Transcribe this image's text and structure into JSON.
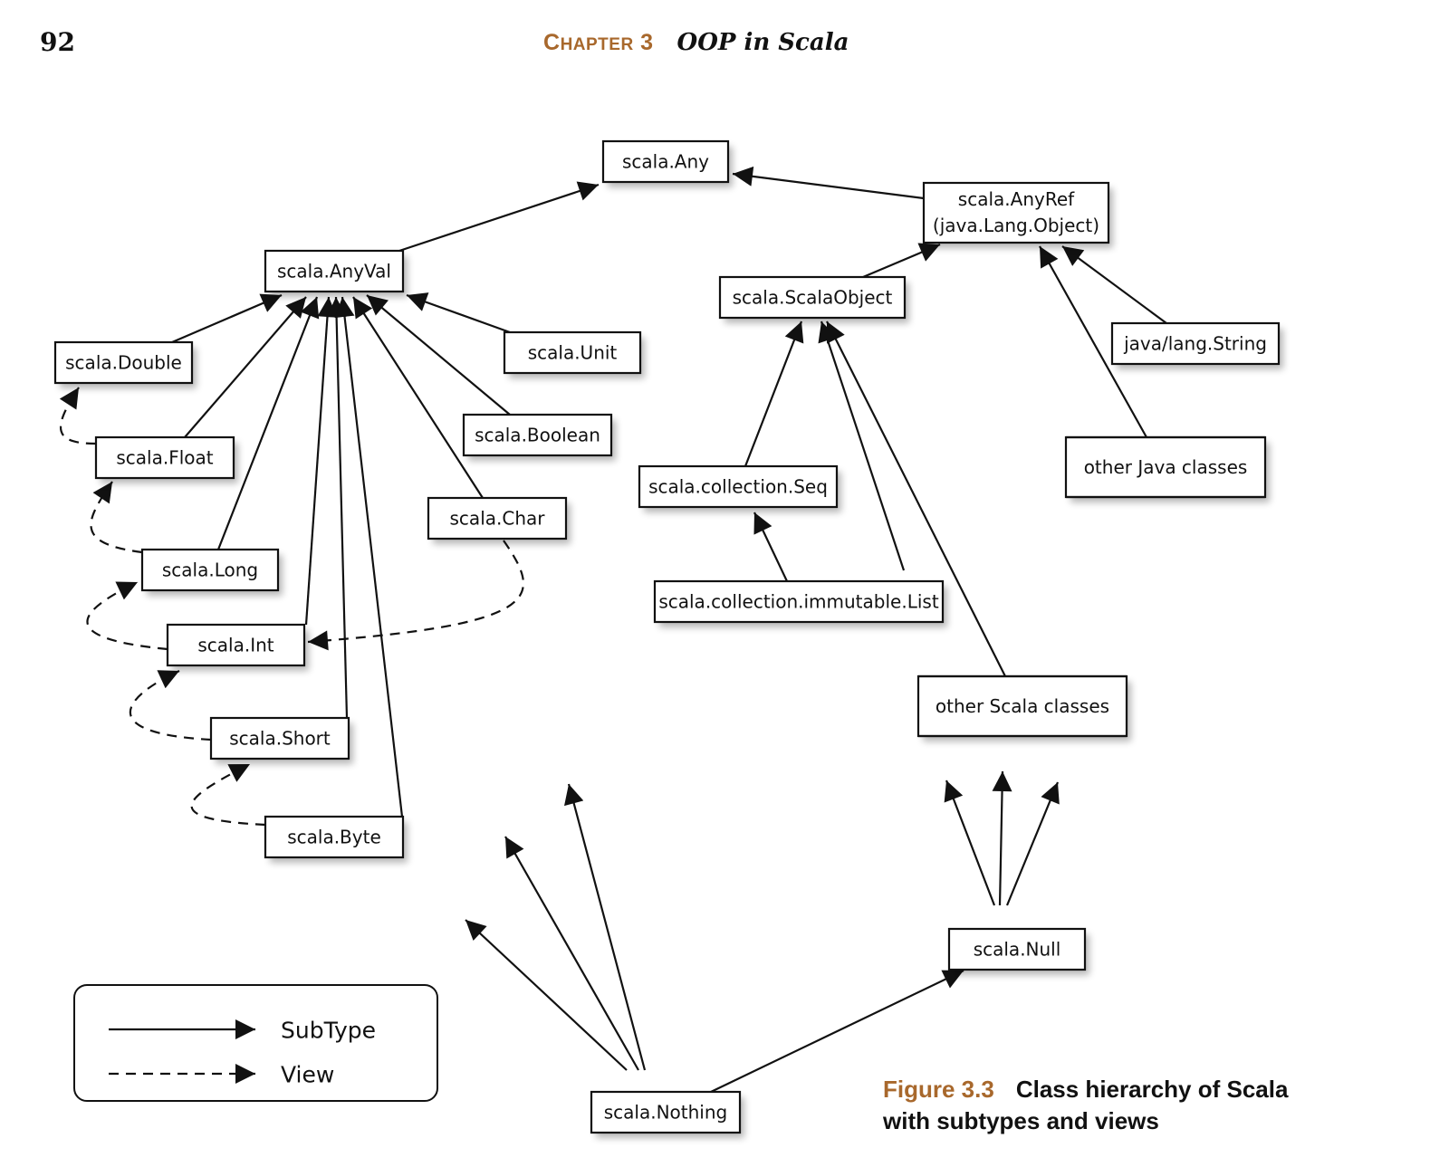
{
  "header": {
    "page_number": "92",
    "chapter_prefix": "C",
    "chapter_rest": "HAPTER",
    "chapter_number": "3",
    "chapter_title": "OOP in Scala"
  },
  "caption": {
    "label": "Figure 3.3",
    "text_line1": "Class hierarchy of Scala",
    "text_line2": "with subtypes and views"
  },
  "legend": {
    "items": [
      {
        "label": "SubType",
        "style": "solid"
      },
      {
        "label": "View",
        "style": "dashed"
      }
    ]
  },
  "nodes": [
    {
      "id": "any",
      "label": "scala.Any"
    },
    {
      "id": "anyref",
      "label": "scala.AnyRef",
      "label2": "(java.Lang.Object)"
    },
    {
      "id": "anyval",
      "label": "scala.AnyVal"
    },
    {
      "id": "scalaobject",
      "label": "scala.ScalaObject"
    },
    {
      "id": "string",
      "label": "java/lang.String"
    },
    {
      "id": "otherjava",
      "label": "other Java classes"
    },
    {
      "id": "double",
      "label": "scala.Double"
    },
    {
      "id": "unit",
      "label": "scala.Unit"
    },
    {
      "id": "boolean",
      "label": "scala.Boolean"
    },
    {
      "id": "float",
      "label": "scala.Float"
    },
    {
      "id": "char",
      "label": "scala.Char"
    },
    {
      "id": "seq",
      "label": "scala.collection.Seq"
    },
    {
      "id": "long",
      "label": "scala.Long"
    },
    {
      "id": "list",
      "label": "scala.collection.immutable.List"
    },
    {
      "id": "int",
      "label": "scala.Int"
    },
    {
      "id": "otherscala",
      "label": "other Scala classes"
    },
    {
      "id": "short",
      "label": "scala.Short"
    },
    {
      "id": "byte",
      "label": "scala.Byte"
    },
    {
      "id": "null",
      "label": "scala.Null"
    },
    {
      "id": "nothing",
      "label": "scala.Nothing"
    }
  ],
  "edges": [
    {
      "from": "anyval",
      "to": "any",
      "type": "subtype"
    },
    {
      "from": "anyref",
      "to": "any",
      "type": "subtype"
    },
    {
      "from": "scalaobject",
      "to": "anyref",
      "type": "subtype"
    },
    {
      "from": "string",
      "to": "anyref",
      "type": "subtype"
    },
    {
      "from": "otherjava",
      "to": "anyref",
      "type": "subtype"
    },
    {
      "from": "double",
      "to": "anyval",
      "type": "subtype"
    },
    {
      "from": "float",
      "to": "anyval",
      "type": "subtype"
    },
    {
      "from": "long",
      "to": "anyval",
      "type": "subtype"
    },
    {
      "from": "int",
      "to": "anyval",
      "type": "subtype"
    },
    {
      "from": "short",
      "to": "anyval",
      "type": "subtype"
    },
    {
      "from": "byte",
      "to": "anyval",
      "type": "subtype"
    },
    {
      "from": "char",
      "to": "anyval",
      "type": "subtype"
    },
    {
      "from": "boolean",
      "to": "anyval",
      "type": "subtype"
    },
    {
      "from": "unit",
      "to": "anyval",
      "type": "subtype"
    },
    {
      "from": "seq",
      "to": "scalaobject",
      "type": "subtype"
    },
    {
      "from": "list",
      "to": "seq",
      "type": "subtype"
    },
    {
      "from": "list",
      "to": "scalaobject",
      "type": "subtype"
    },
    {
      "from": "otherscala",
      "to": "scalaobject",
      "type": "subtype"
    },
    {
      "from": "nothing",
      "to": "null",
      "type": "subtype"
    },
    {
      "from": "float",
      "to": "double",
      "type": "view"
    },
    {
      "from": "long",
      "to": "float",
      "type": "view"
    },
    {
      "from": "int",
      "to": "long",
      "type": "view"
    },
    {
      "from": "short",
      "to": "int",
      "type": "view"
    },
    {
      "from": "byte",
      "to": "short",
      "type": "view"
    },
    {
      "from": "char",
      "to": "int",
      "type": "view"
    }
  ]
}
